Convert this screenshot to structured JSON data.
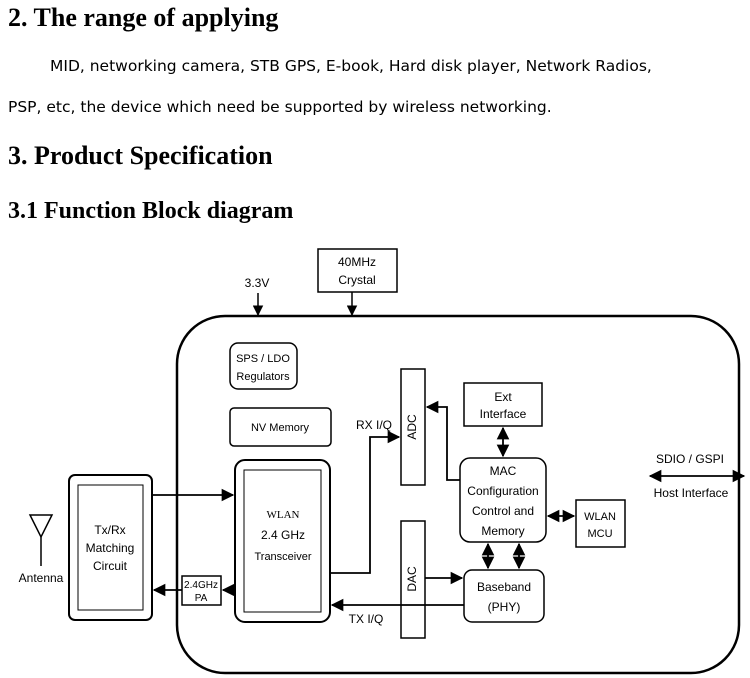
{
  "section2": {
    "title": "2. The range of applying",
    "line1": "MID, networking camera, STB GPS, E-book, Hard disk player, Network Radios,",
    "line2": "PSP, etc, the device which need be supported by wireless networking."
  },
  "section3": {
    "title": "3. Product Specification",
    "subtitle": "3.1 Function Block diagram"
  },
  "diagram": {
    "crystal_line1": "40MHz",
    "crystal_line2": "Crystal",
    "power": "3.3V",
    "regulators_line1": "SPS / LDO",
    "regulators_line2": "Regulators",
    "nv_memory": "NV Memory",
    "rx_iq": "RX I/Q",
    "tx_iq": "TX I/Q",
    "adc": "ADC",
    "dac": "DAC",
    "ext_line1": "Ext",
    "ext_line2": "Interface",
    "mac_line1": "MAC",
    "mac_line2": "Configuration",
    "mac_line3": "Control and",
    "mac_line4": "Memory",
    "wlan_mcu_line1": "WLAN",
    "wlan_mcu_line2": "MCU",
    "baseband_line1": "Baseband",
    "baseband_line2": "(PHY)",
    "transceiver_line1": "WLAN",
    "transceiver_line2": "2.4 GHz",
    "transceiver_line3": "Transceiver",
    "pa_line1": "2.4GHz",
    "pa_line2": "PA",
    "matching_line1": "Tx/Rx",
    "matching_line2": "Matching",
    "matching_line3": "Circuit",
    "antenna": "Antenna",
    "sdio": "SDIO / GSPI",
    "host_interface": "Host Interface"
  }
}
